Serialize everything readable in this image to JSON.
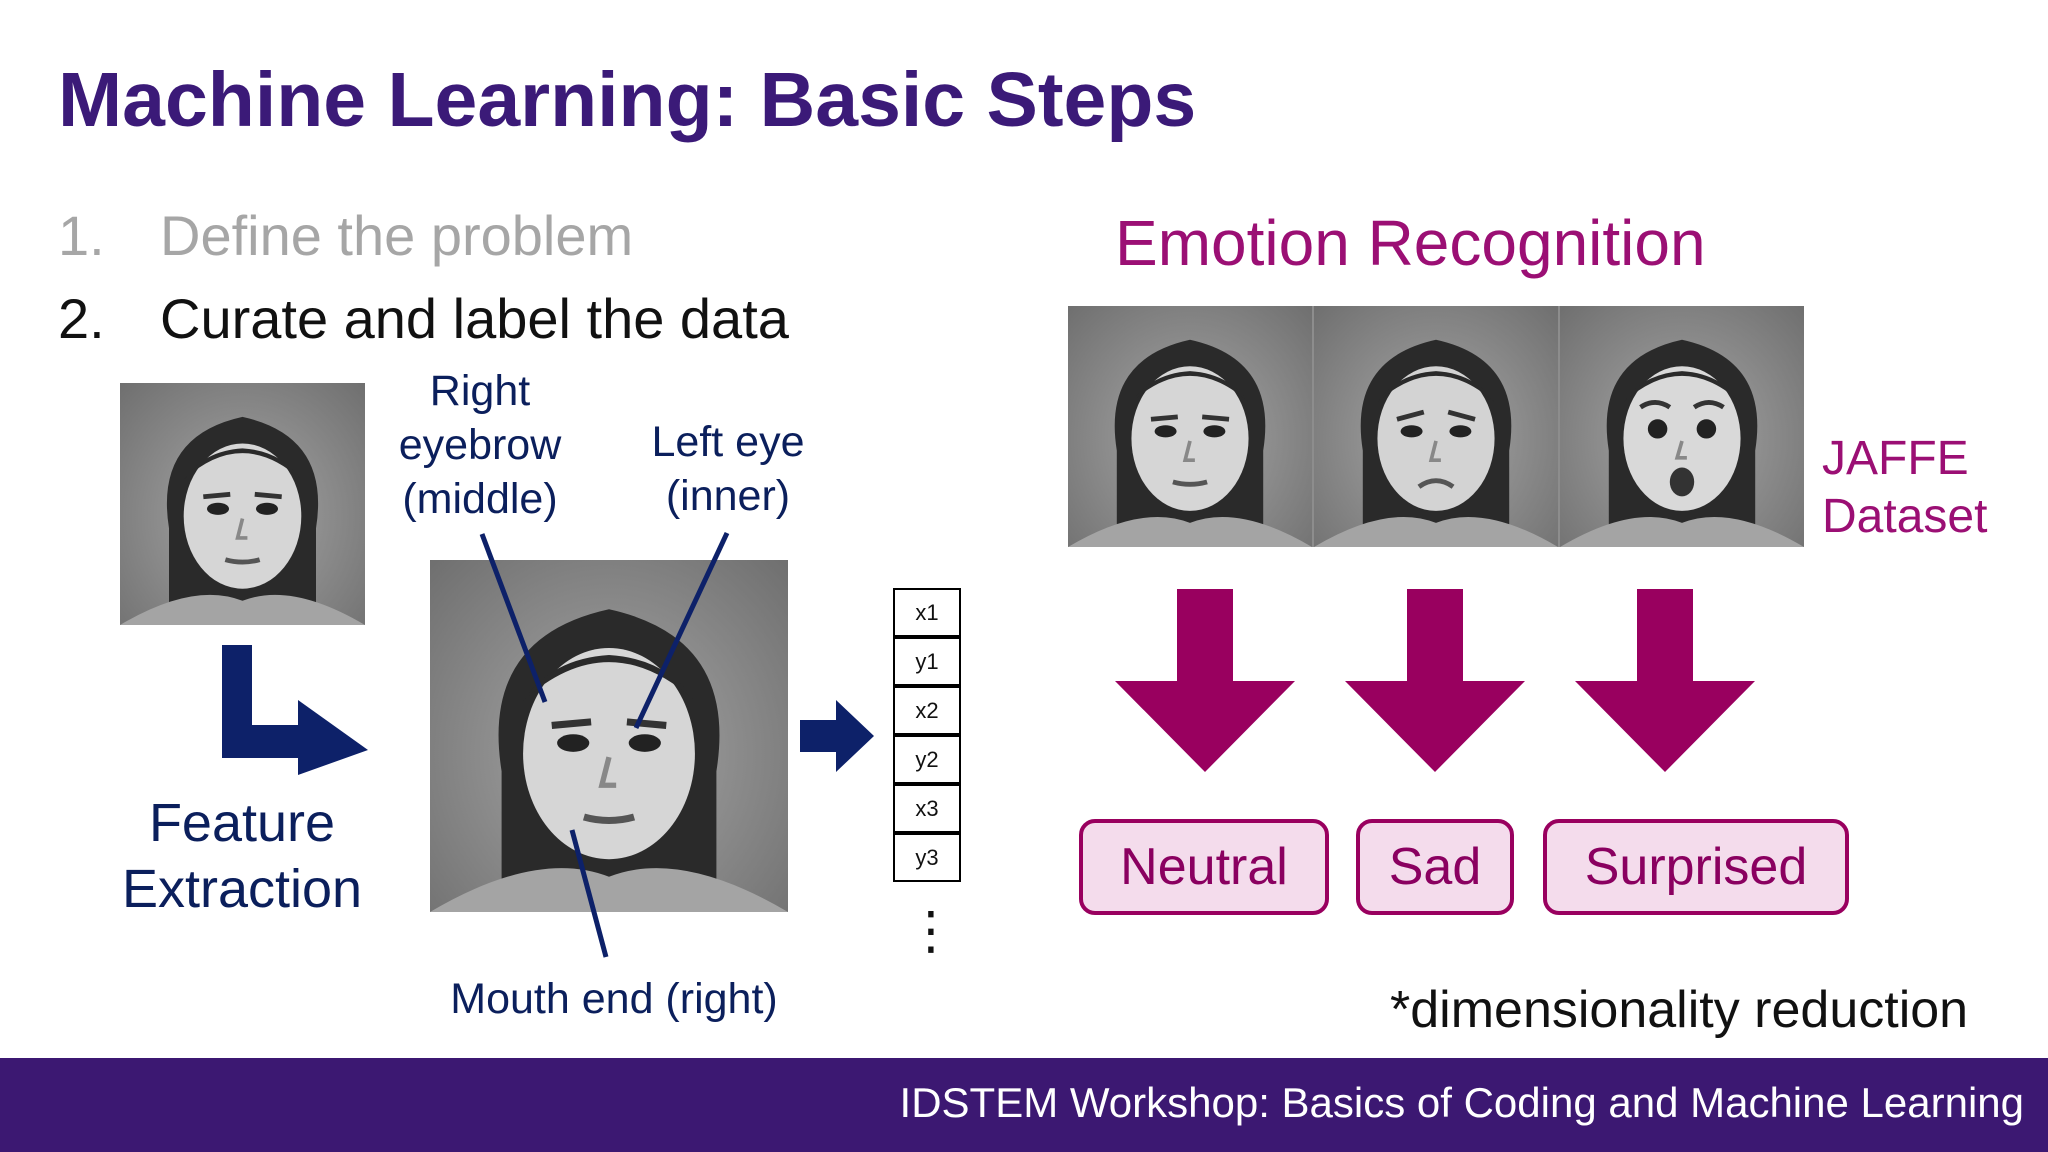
{
  "slide": {
    "title": "Machine Learning: Basic Steps"
  },
  "steps": [
    {
      "number": "1.",
      "text": "Define the problem",
      "state": "inactive"
    },
    {
      "number": "2.",
      "text": "Curate and label the data",
      "state": "active"
    }
  ],
  "feature_extraction": {
    "label": [
      "Feature",
      "Extraction"
    ],
    "annotations": {
      "right_eyebrow": [
        "Right",
        "eyebrow",
        "(middle)"
      ],
      "left_eye": [
        "Left eye",
        "(inner)"
      ],
      "mouth_end": "Mouth end (right)"
    },
    "vector": [
      "x1",
      "y1",
      "x2",
      "y2",
      "x3",
      "y3"
    ],
    "vector_ellipsis": "⋮"
  },
  "emotion": {
    "title": "Emotion Recognition",
    "dataset_label": [
      "JAFFE",
      "Dataset"
    ],
    "labels": [
      "Neutral",
      "Sad",
      "Surprised"
    ]
  },
  "footnote": "*dimensionality reduction",
  "footer": {
    "text": "IDSTEM Workshop: Basics of Coding and Machine Learning"
  },
  "colors": {
    "title": "#3b1a78",
    "step_inactive": "#a6a6a6",
    "annotation_blue": "#0b1f5c",
    "emotion_magenta": "#99005f",
    "emotion_box_fill": "#f4dcec",
    "footer_bg": "#3c1872",
    "footer_text": "#ffffff"
  },
  "icons": {
    "elbow_arrow": "elbow-arrow-icon",
    "right_arrow": "right-arrow-icon",
    "down_arrow": "down-arrow-icon"
  }
}
